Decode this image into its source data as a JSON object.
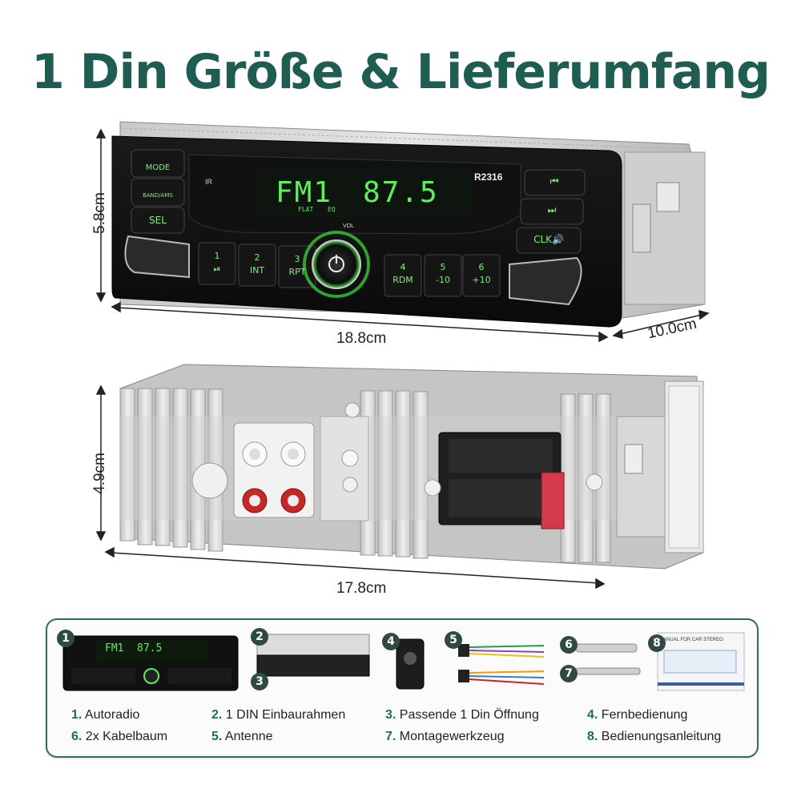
{
  "title": "1 Din Größe & Lieferumfang",
  "dimensions": {
    "front_height": "5.8cm",
    "front_width": "18.8cm",
    "depth": "10.0cm",
    "rear_height": "4.9cm",
    "rear_width": "17.8cm"
  },
  "radio": {
    "display_mode": "FM1",
    "display_freq": "87.5",
    "model": "R2316",
    "ir": "IR",
    "flat": "FLAT",
    "eq": "EQ",
    "vol": "VOL",
    "left_buttons": [
      "MODE",
      "BAND/AMS",
      "SEL"
    ],
    "right_buttons": [
      "⏮",
      "⏭",
      "CLK🔊"
    ],
    "preset_buttons": [
      {
        "num": "1",
        "label": "⏯"
      },
      {
        "num": "2",
        "label": "INT"
      },
      {
        "num": "3",
        "label": "RPT"
      },
      {
        "num": "4",
        "label": "RDM"
      },
      {
        "num": "5",
        "label": "-10"
      },
      {
        "num": "6",
        "label": "+10"
      }
    ]
  },
  "manual_thumb_text": "MANUAL FOR CAR STEREO",
  "contents": [
    {
      "num": "1.",
      "label": "Autoradio"
    },
    {
      "num": "2.",
      "label": "1 DIN Einbaurahmen"
    },
    {
      "num": "3.",
      "label": "Passende 1 Din Öffnung"
    },
    {
      "num": "4.",
      "label": "Fernbedienung"
    },
    {
      "num": "6.",
      "label": "2x Kabelbaum"
    },
    {
      "num": "5.",
      "label": "Antenne"
    },
    {
      "num": "7.",
      "label": "Montagewerkzeug"
    },
    {
      "num": "8.",
      "label": "Bedienungsanleitung"
    }
  ],
  "badges": [
    "1",
    "2",
    "3",
    "4",
    "5",
    "6",
    "7",
    "8"
  ],
  "colors": {
    "accent": "#1f5d52",
    "lcd": "#5ef05a",
    "badge": "#2f4a41"
  }
}
